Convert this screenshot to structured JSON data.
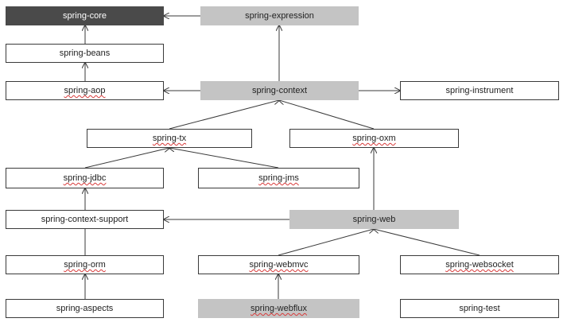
{
  "colors": {
    "dark_fill": "#4a4a4a",
    "gray_fill": "#c4c4c4",
    "line": "#3a3a3a"
  },
  "nodes": {
    "spring_core": "spring-core",
    "spring_expression": "spring-expression",
    "spring_beans": "spring-beans",
    "spring_aop": "spring-aop",
    "spring_context": "spring-context",
    "spring_instrument": "spring-instrument",
    "spring_tx": "spring-tx",
    "spring_oxm": "spring-oxm",
    "spring_jdbc": "spring-jdbc",
    "spring_jms": "spring-jms",
    "spring_context_support": "spring-context-support",
    "spring_web": "spring-web",
    "spring_orm": "spring-orm",
    "spring_webmvc": "spring-webmvc",
    "spring_websocket": "spring-websocket",
    "spring_aspects": "spring-aspects",
    "spring_webflux": "spring-webflux",
    "spring_test": "spring-test"
  },
  "edges": [
    [
      "spring_expression",
      "spring_core"
    ],
    [
      "spring_beans",
      "spring_core"
    ],
    [
      "spring_context",
      "spring_expression"
    ],
    [
      "spring_aop",
      "spring_beans"
    ],
    [
      "spring_context",
      "spring_aop"
    ],
    [
      "spring_context",
      "spring_instrument"
    ],
    [
      "spring_tx",
      "spring_context"
    ],
    [
      "spring_oxm",
      "spring_context"
    ],
    [
      "spring_jdbc",
      "spring_tx"
    ],
    [
      "spring_jms",
      "spring_tx"
    ],
    [
      "spring_web",
      "spring_oxm"
    ],
    [
      "spring_web",
      "spring_context_support"
    ],
    [
      "spring_orm",
      "spring_jdbc"
    ],
    [
      "spring_webmvc",
      "spring_web"
    ],
    [
      "spring_websocket",
      "spring_web"
    ],
    [
      "spring_aspects",
      "spring_orm"
    ],
    [
      "spring_webflux",
      "spring_webmvc"
    ]
  ]
}
